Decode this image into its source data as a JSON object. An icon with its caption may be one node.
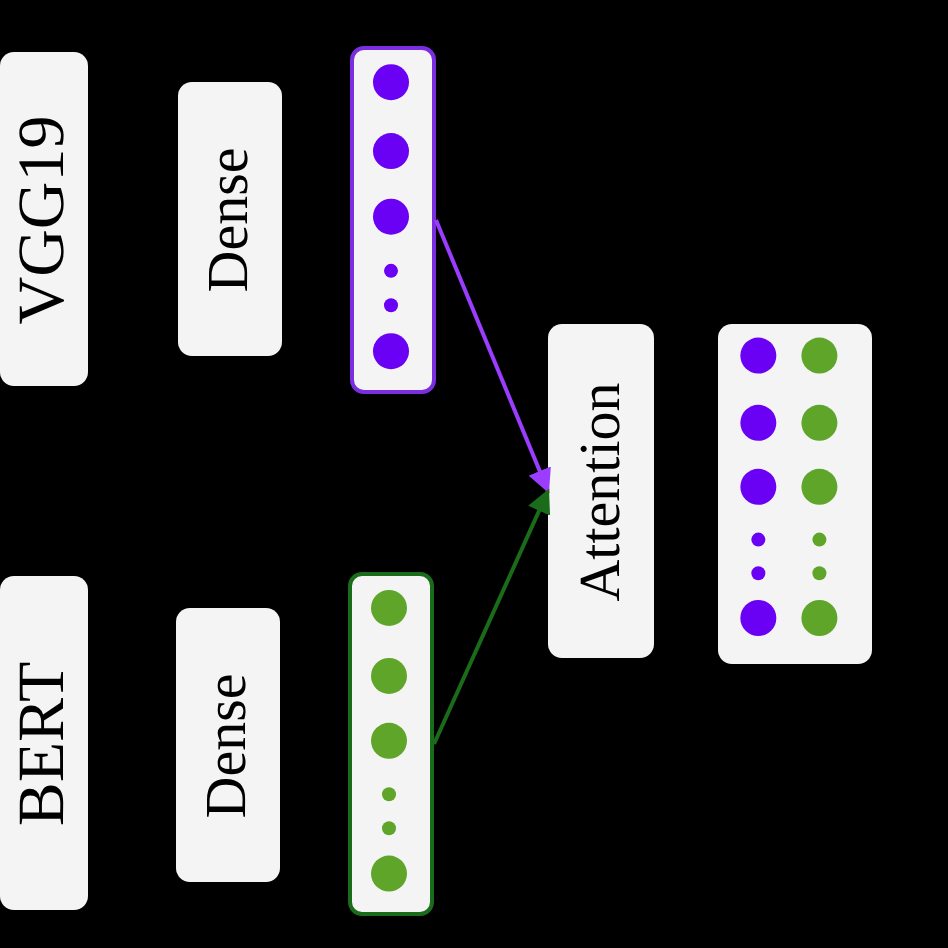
{
  "diagram": {
    "nodes": [
      {
        "text": [
          "VGG19"
        ]
      },
      {
        "text": [
          "Dense"
        ]
      },
      {
        "text": [],
        "shape": "box"
      },
      {
        "text": [
          "BERT"
        ]
      },
      {
        "text": [
          "Dense"
        ]
      },
      {
        "text": [],
        "shape": "box"
      },
      {
        "text": [
          "Attention"
        ]
      },
      {
        "text": [],
        "shape": "box"
      }
    ],
    "edges": [
      {
        "from": 2,
        "to": 6,
        "arrow": "to",
        "color": "#9b3dff"
      },
      {
        "from": 5,
        "to": 6,
        "arrow": "to",
        "color": "#1a6b1a"
      }
    ]
  }
}
